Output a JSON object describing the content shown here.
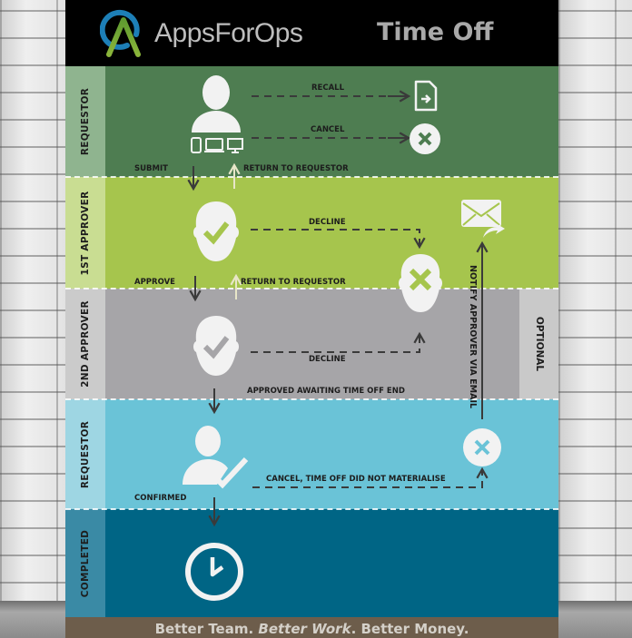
{
  "header": {
    "brand": "AppsForOps",
    "title": "Time Off",
    "logo_icon": "appsforops-logo-icon"
  },
  "lanes": [
    {
      "id": "requestor",
      "label": "REQUESTOR",
      "color": "#4e7d51",
      "side_color": "#8fb48f"
    },
    {
      "id": "first-approver",
      "label": "1ST APPROVER",
      "color": "#a6c54d",
      "side_color": "#c9dd92"
    },
    {
      "id": "second-approver",
      "label": "2ND APPROVER",
      "color": "#a6a5a8",
      "side_color": "#cbcbcb",
      "right_label": "OPTIONAL"
    },
    {
      "id": "requestor-2",
      "label": "REQUESTOR",
      "color": "#6ac3d7",
      "side_color": "#9ed6e3"
    },
    {
      "id": "completed",
      "label": "COMPLETED",
      "color": "#006585",
      "side_color": "#3a8aa5"
    }
  ],
  "flow_labels": {
    "recall": "RECALL",
    "cancel": "CANCEL",
    "submit": "SUBMIT",
    "return_to_requestor_1": "RETURN TO REQUESTOR",
    "decline_1": "DECLINE",
    "approve": "APPROVE",
    "return_to_requestor_2": "RETURN TO REQUESTOR",
    "decline_2": "DECLINE",
    "approved_awaiting": "APPROVED AWAITING TIME OFF END",
    "notify": "NOTIFY APPROVER VIA EMAIL",
    "cancel_not_materialise": "CANCEL, TIME OFF DID NOT MATERIALISE",
    "confirmed": "CONFIRMED"
  },
  "icons": {
    "requestor": "user-with-devices-icon",
    "recall": "document-return-icon",
    "cancel": "cancel-circle-icon",
    "approver1": "approver-check-icon",
    "declined": "declined-head-icon",
    "email": "email-forward-icon",
    "approver2": "approver-check-icon",
    "confirmed": "user-confirmed-icon",
    "cancel2": "cancel-circle-icon",
    "completed": "clock-icon"
  },
  "footer": {
    "part1": "Better Team. ",
    "part2": "Better Work",
    "part3": ". Better Money."
  }
}
